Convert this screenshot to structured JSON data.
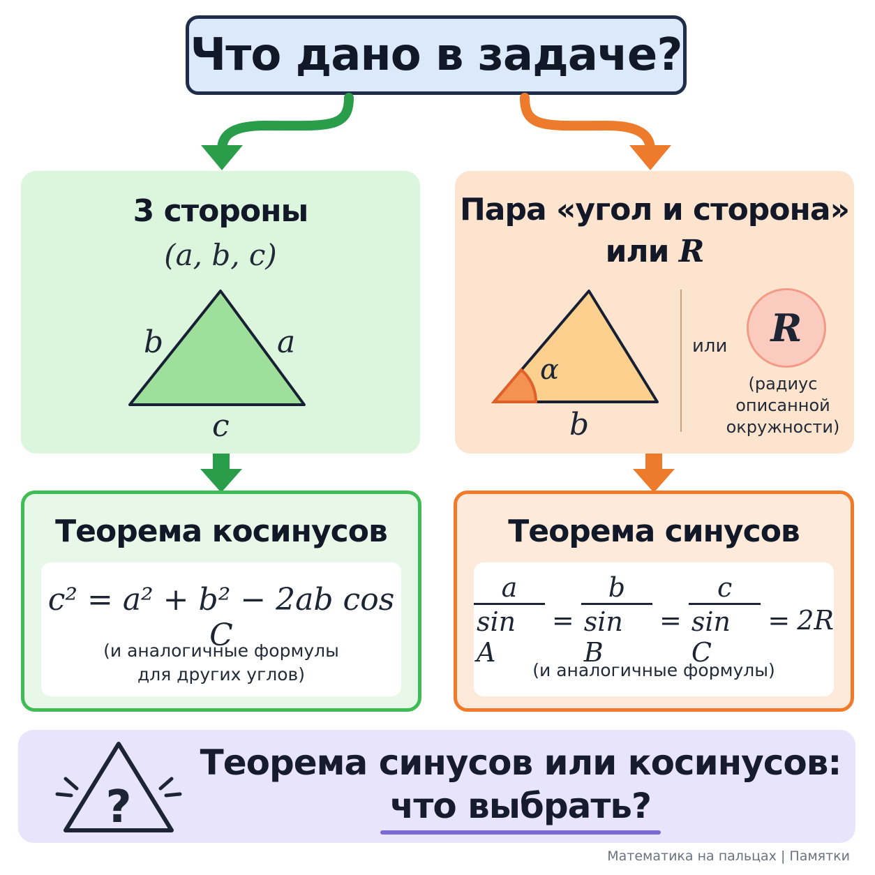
{
  "title": "Что дано в задаче?",
  "left_branch": {
    "heading": "3 стороны",
    "subheading": "(a, b, c)",
    "side_labels": {
      "a": "a",
      "b": "b",
      "c": "c"
    },
    "theorem": "Теорема косинусов",
    "formula": "c² = a² + b² − 2ab cos C",
    "note_line1": "(и аналогичные формулы",
    "note_line2": "для других углов)"
  },
  "right_branch": {
    "heading_line1": "Пара «угол и сторона»",
    "heading_line2_prefix": "или",
    "heading_line2_var": "R",
    "angle_label": "α",
    "side_label": "b",
    "or_label": "или",
    "circle_label": "R",
    "radius_note_line1": "(радиус",
    "radius_note_line2": "описанной",
    "radius_note_line3": "окружности)",
    "theorem": "Теорема синусов",
    "formula": {
      "num1": "a",
      "den1": "sin A",
      "num2": "b",
      "den2": "sin B",
      "num3": "c",
      "den3": "sin C",
      "eq": "=",
      "result": "2R"
    },
    "note": "(и аналогичные формулы)"
  },
  "banner": {
    "line1": "Теорема синусов или косинусов:",
    "line2": "что выбрать?",
    "icon_symbol": "?"
  },
  "footer": "Математика на пальцах | Памятки",
  "colors": {
    "green": "#2a9d4a",
    "orange": "#ee7a2c",
    "navy": "#1f2d4a"
  }
}
